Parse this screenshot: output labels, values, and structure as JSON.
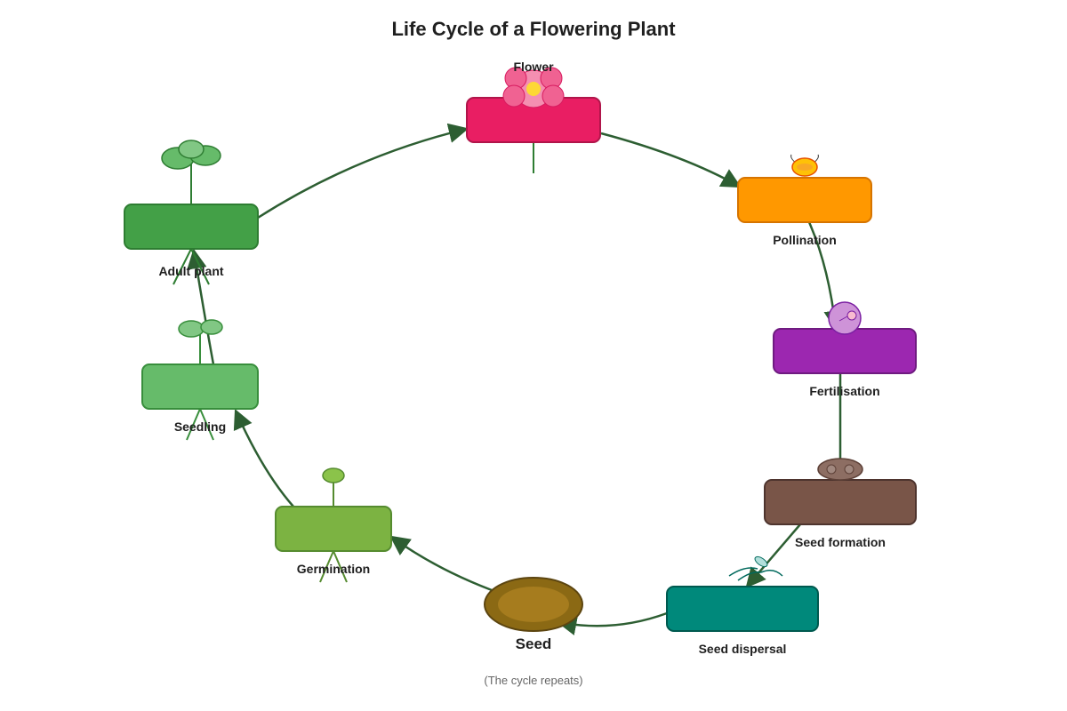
{
  "title": "Life Cycle of a Flowering Plant",
  "footnote": "(The cycle repeats)",
  "stages": [
    {
      "id": "flower",
      "label": "Flower",
      "color": "#e91e63",
      "border": "#b0154a",
      "icon": "flower-icon"
    },
    {
      "id": "pollination",
      "label": "Pollination",
      "color": "#ff9800",
      "border": "#d67400",
      "icon": "bee-icon"
    },
    {
      "id": "fertilisation",
      "label": "Fertilisation",
      "color": "#9c27b0",
      "border": "#6f1b80",
      "icon": "pollen-grain-icon"
    },
    {
      "id": "seed-formation",
      "label": "Seed formation",
      "color": "#795548",
      "border": "#4e342e",
      "icon": "seed-pod-icon"
    },
    {
      "id": "seed-dispersal",
      "label": "Seed dispersal",
      "color": "#00897b",
      "border": "#00594f",
      "icon": "winged-seed-icon"
    },
    {
      "id": "seed",
      "label": "Seed",
      "color": "#8b6914",
      "border": "#5c4510",
      "icon": "seed-icon"
    },
    {
      "id": "germination",
      "label": "Germination",
      "color": "#7cb342",
      "border": "#558b2f",
      "icon": "sprout-icon"
    },
    {
      "id": "seedling",
      "label": "Seedling",
      "color": "#66bb6a",
      "border": "#388e3c",
      "icon": "seedling-leaves-icon"
    },
    {
      "id": "adult-plant",
      "label": "Adult plant",
      "color": "#43a047",
      "border": "#2e7d32",
      "icon": "plant-leaves-icon"
    }
  ],
  "arrow_color": "#2d5e32"
}
